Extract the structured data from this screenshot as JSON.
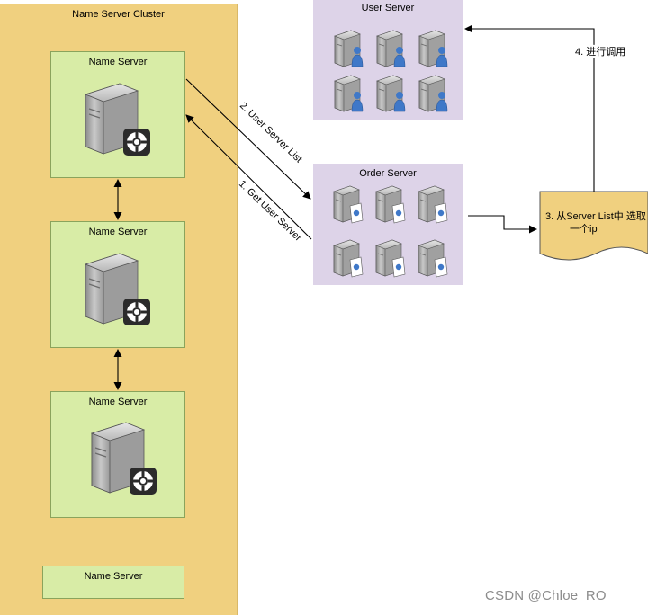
{
  "cluster": {
    "title": "Name Server Cluster"
  },
  "name_servers": [
    {
      "label": "Name Server"
    },
    {
      "label": "Name Server"
    },
    {
      "label": "Name Server"
    },
    {
      "label": "Name Server"
    }
  ],
  "user_server": {
    "title": "User Server"
  },
  "order_server": {
    "title": "Order Server"
  },
  "edges": {
    "step1": "1. Get User Server",
    "step2": "2. User Server List",
    "step3_line1": "3. 从Server List中 选取",
    "step3_line2": "一个ip",
    "step4": "4. 进行调用"
  },
  "watermark": "CSDN @Chloe_RO",
  "colors": {
    "cluster_bg": "#f0d07f",
    "name_server_bg": "#d8eca6",
    "server_group_bg": "#ddd3e8",
    "document_bg": "#f0d07f"
  }
}
